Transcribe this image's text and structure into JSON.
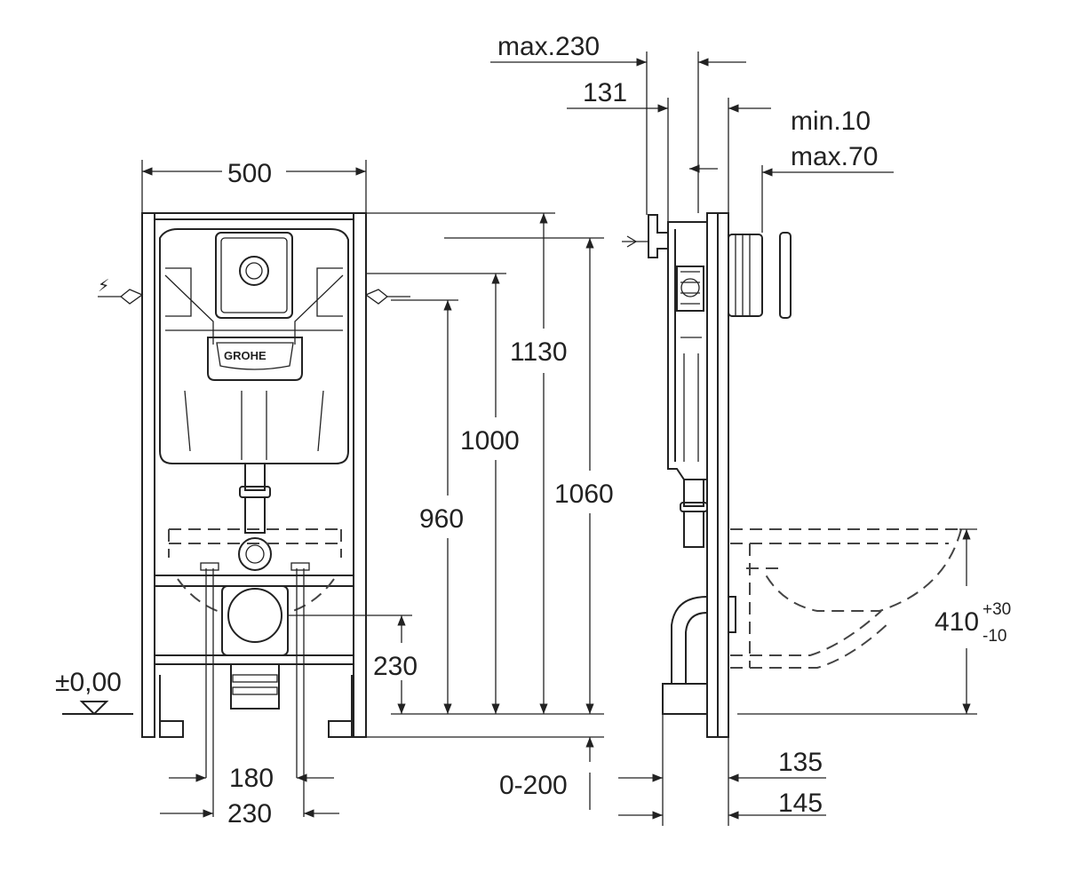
{
  "diagram": {
    "brand_logo": "GROHE",
    "dimensions": {
      "frame_width": "500",
      "frame_height": "1130",
      "inlet_height": "1000",
      "flush_plate_height": "960",
      "frame_top_height": "1060",
      "waste_height": "230",
      "floor_level": "±0,00",
      "floor_adjust": "0-200",
      "leg_spacing_inner": "180",
      "leg_spacing_outer": "230",
      "button_max_depth": "max.230",
      "button_depth": "131",
      "wall_min": "min.10",
      "wall_max": "max.70",
      "bowl_height_base": "410",
      "bowl_height_tol_plus": "+30",
      "bowl_height_tol_minus": "-10",
      "bolt_depth_1": "135",
      "bolt_depth_2": "145"
    }
  }
}
